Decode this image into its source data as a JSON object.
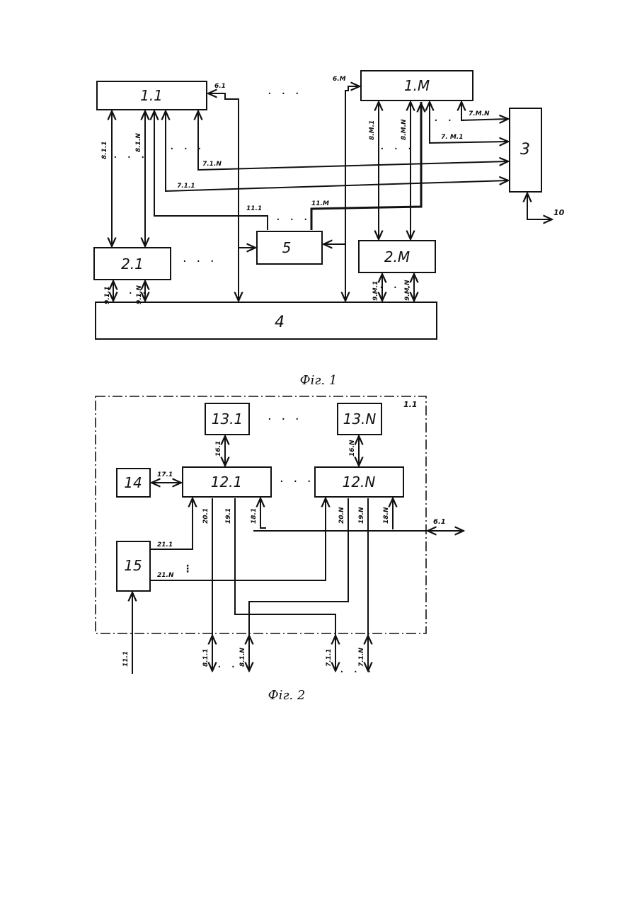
{
  "figures": [
    {
      "caption": "Фiг. 1",
      "blocks": {
        "b1_1": "1.1",
        "b1_M": "1.М",
        "b2_1": "2.1",
        "b2_M": "2.М",
        "b3": "3",
        "b4": "4",
        "b5": "5"
      },
      "signals": {
        "s6_1": "6.1",
        "s6_M": "6.М",
        "s7_M_N": "7.М.N",
        "s7_M_1": "7. М.1",
        "s7_1_N": "7.1.N",
        "s7_1_1": "7.1.1",
        "s8_1_1": "8.1.1",
        "s8_1_N": "8.1.N",
        "s8_M_1": "8.М.1",
        "s8_M_N": "8.М.N",
        "s9_1_1": "9.1.1",
        "s9_1_N": "9.1.N",
        "s9_M_1": "9.М.1",
        "s9_M_N": "9.М.N",
        "s10": "10",
        "s11_1": "11.1",
        "s11_M": "11.М"
      },
      "ellipsis": "· · ·"
    },
    {
      "caption": "Фiг. 2",
      "frame_label": "1.1",
      "blocks": {
        "b13_1": "13.1",
        "b13_N": "13.N",
        "b12_1": "12.1",
        "b12_N": "12.N",
        "b14": "14",
        "b15": "15"
      },
      "signals": {
        "s16_1": "16.1",
        "s16_N": "16.N",
        "s17_1": "17.1",
        "s20_1": "20.1",
        "s19_1": "19.1",
        "s18_1": "18.1",
        "s20_N": "20.N",
        "s19_N": "19.N",
        "s18_N": "18.N",
        "s6_1": "6.1",
        "s21_1": "21.1",
        "s21_N": "21.N",
        "s11_1": "11.1",
        "s8_1_1": "8.1.1",
        "s8_1_N": "8.1.N",
        "s7_1_1": "7.1.1",
        "s7_1_N": "7.1.N"
      },
      "ellipsis": "· · ·"
    }
  ]
}
